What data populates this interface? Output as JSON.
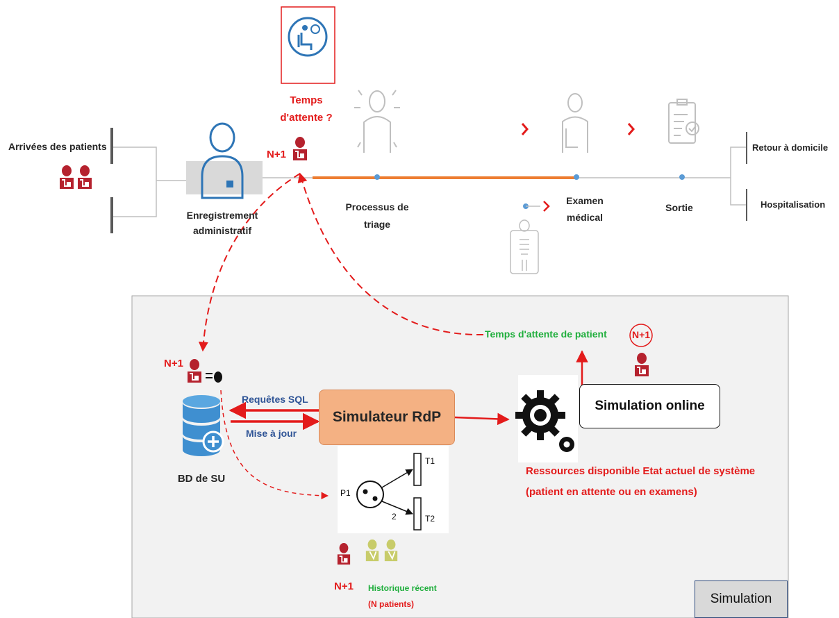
{
  "process": {
    "arrivals_label": "Arrivées des patients",
    "registration_label": "Enregistrement administratif",
    "wait_question": "Temps d'attente ?",
    "next_patient": "N+1",
    "triage_label": "Processus de triage",
    "exam_label": "Examen médical",
    "exit_label": "Sortie",
    "home_label": "Retour à domicile",
    "hospital_label": "Hospitalisation"
  },
  "simulation": {
    "panel_label": "Simulation",
    "db_label": "BD de SU",
    "sql_label": "Requêtes SQL",
    "update_label": "Mise à jour",
    "simulator_label": "Simulateur RdP",
    "online_label": "Simulation online",
    "wait_result": "Temps d'attente de patient",
    "next_patient": "N+1",
    "resources_line1": "Ressources disponible Etat actuel de système",
    "resources_line2": "(patient en attente ou en examens)",
    "history_line1": "Historique récent",
    "history_line2": "(N patients)",
    "petri": {
      "place": "P1",
      "t1": "T1",
      "t2": "T2",
      "weight": "2"
    }
  },
  "colors": {
    "patient_red": "#b5222e",
    "arrow_red": "#e31b1b",
    "timeline_orange": "#ed7d31",
    "accent_blue": "#2e75b6",
    "history_green": "#1fae3c",
    "simulator_fill": "#f4b183",
    "panel_fill": "#f2f2f2"
  },
  "icons": [
    "waiting-room-icon",
    "receptionist-icon",
    "patient-icon",
    "triage-person-icon",
    "injured-person-icon",
    "clipboard-icon",
    "xray-icon",
    "database-icon",
    "gear-icon",
    "petri-net-icon",
    "history-patient-icon"
  ]
}
